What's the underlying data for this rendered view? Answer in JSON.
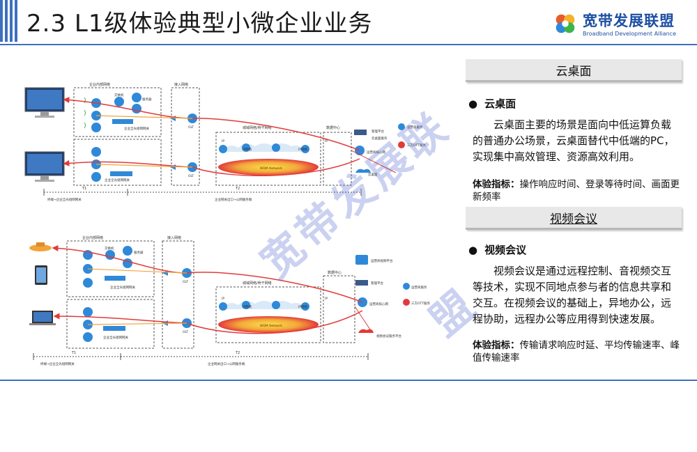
{
  "header": {
    "title": "2.3 L1级体验典型小微企业业务",
    "logo_cn": "宽带发展联盟",
    "logo_en": "Broadband Development Alliance"
  },
  "watermark": "宽带发展联盟",
  "sections": [
    {
      "head": "云桌面",
      "bullet": "云桌面",
      "paragraph": "云桌面主要的场景是面向中低运算负载的普通办公场景，云桌面替代中低端的PC，实现集中高效管理、资源高效利用。",
      "kpi_label": "体验指标：",
      "kpi_text": "操作响应时间、登录等待时间、画面更新频率"
    },
    {
      "head": "视频会议",
      "bullet": "视频会议",
      "paragraph": "视频会议是通过远程控制、音视频交互等技术，实现不同地点参与者的信息共享和交互。在视频会议的基础上，异地办公，远程协助，远程办公等应用得到快速发展。",
      "kpi_label": "体验指标：",
      "kpi_text": "传输请求响应时延、平均传输速率、峰值传输速率"
    }
  ],
  "diagram_top": {
    "zone_lan": "企业内部网络",
    "zone_access": "接入网络",
    "zone_metro": "城域网络/骨干网络",
    "zone_dc": "数据中心",
    "switch": "交换机",
    "server": "服务器",
    "gateway1": "企业全光组网网关",
    "gateway2": "企业全光组网网关",
    "olt1": "OLT",
    "olt2": "OLT",
    "ip1": "IP",
    "ip2": "IP网络",
    "ip3": "IP网络",
    "ip4": "IP",
    "wan": "WDM Network",
    "dc1": "管理平台",
    "dc2": "云桌面服务",
    "dc3": "运营商核心网",
    "dc4": "云桌面",
    "srv1": "运营商服务",
    "srv2": "三方OTT服务",
    "t1": "T1",
    "t2": "T2",
    "t1_desc": "终端→企业全光组网网关",
    "t2_desc": "企业网关出口→公网服务端"
  },
  "diagram_bottom": {
    "zone_lan": "企业内部网络",
    "zone_access": "接入网络",
    "zone_metro": "城域网络/骨干网络",
    "zone_dc": "数据中心",
    "switch": "交换机",
    "server": "服务器",
    "gateway1": "企业全光组网网关",
    "gateway2": "企业全光组网网关",
    "olt1": "OLT",
    "olt2": "OLT",
    "ip1": "IP",
    "ip2": "IP网络",
    "ip3": "IP网络",
    "ip4": "IP",
    "wan": "WDM Network",
    "dc0": "运营商视频平台",
    "dc1": "管理平台",
    "dc3": "运营商核心网",
    "dc4": "视频会议服务平台",
    "srv1": "运营商服务",
    "srv2": "三方OTT服务",
    "t1": "T1",
    "t2": "T2",
    "t1_desc": "终端→企业全光组网网关",
    "t2_desc": "企业网关出口→公网服务端"
  },
  "colors": {
    "accent": "#3e6fbf",
    "path_red": "#e23a3a",
    "path_orange": "#f2a43a",
    "node_blue": "#2f89d8",
    "wan_yellow": "#f3c64a"
  }
}
